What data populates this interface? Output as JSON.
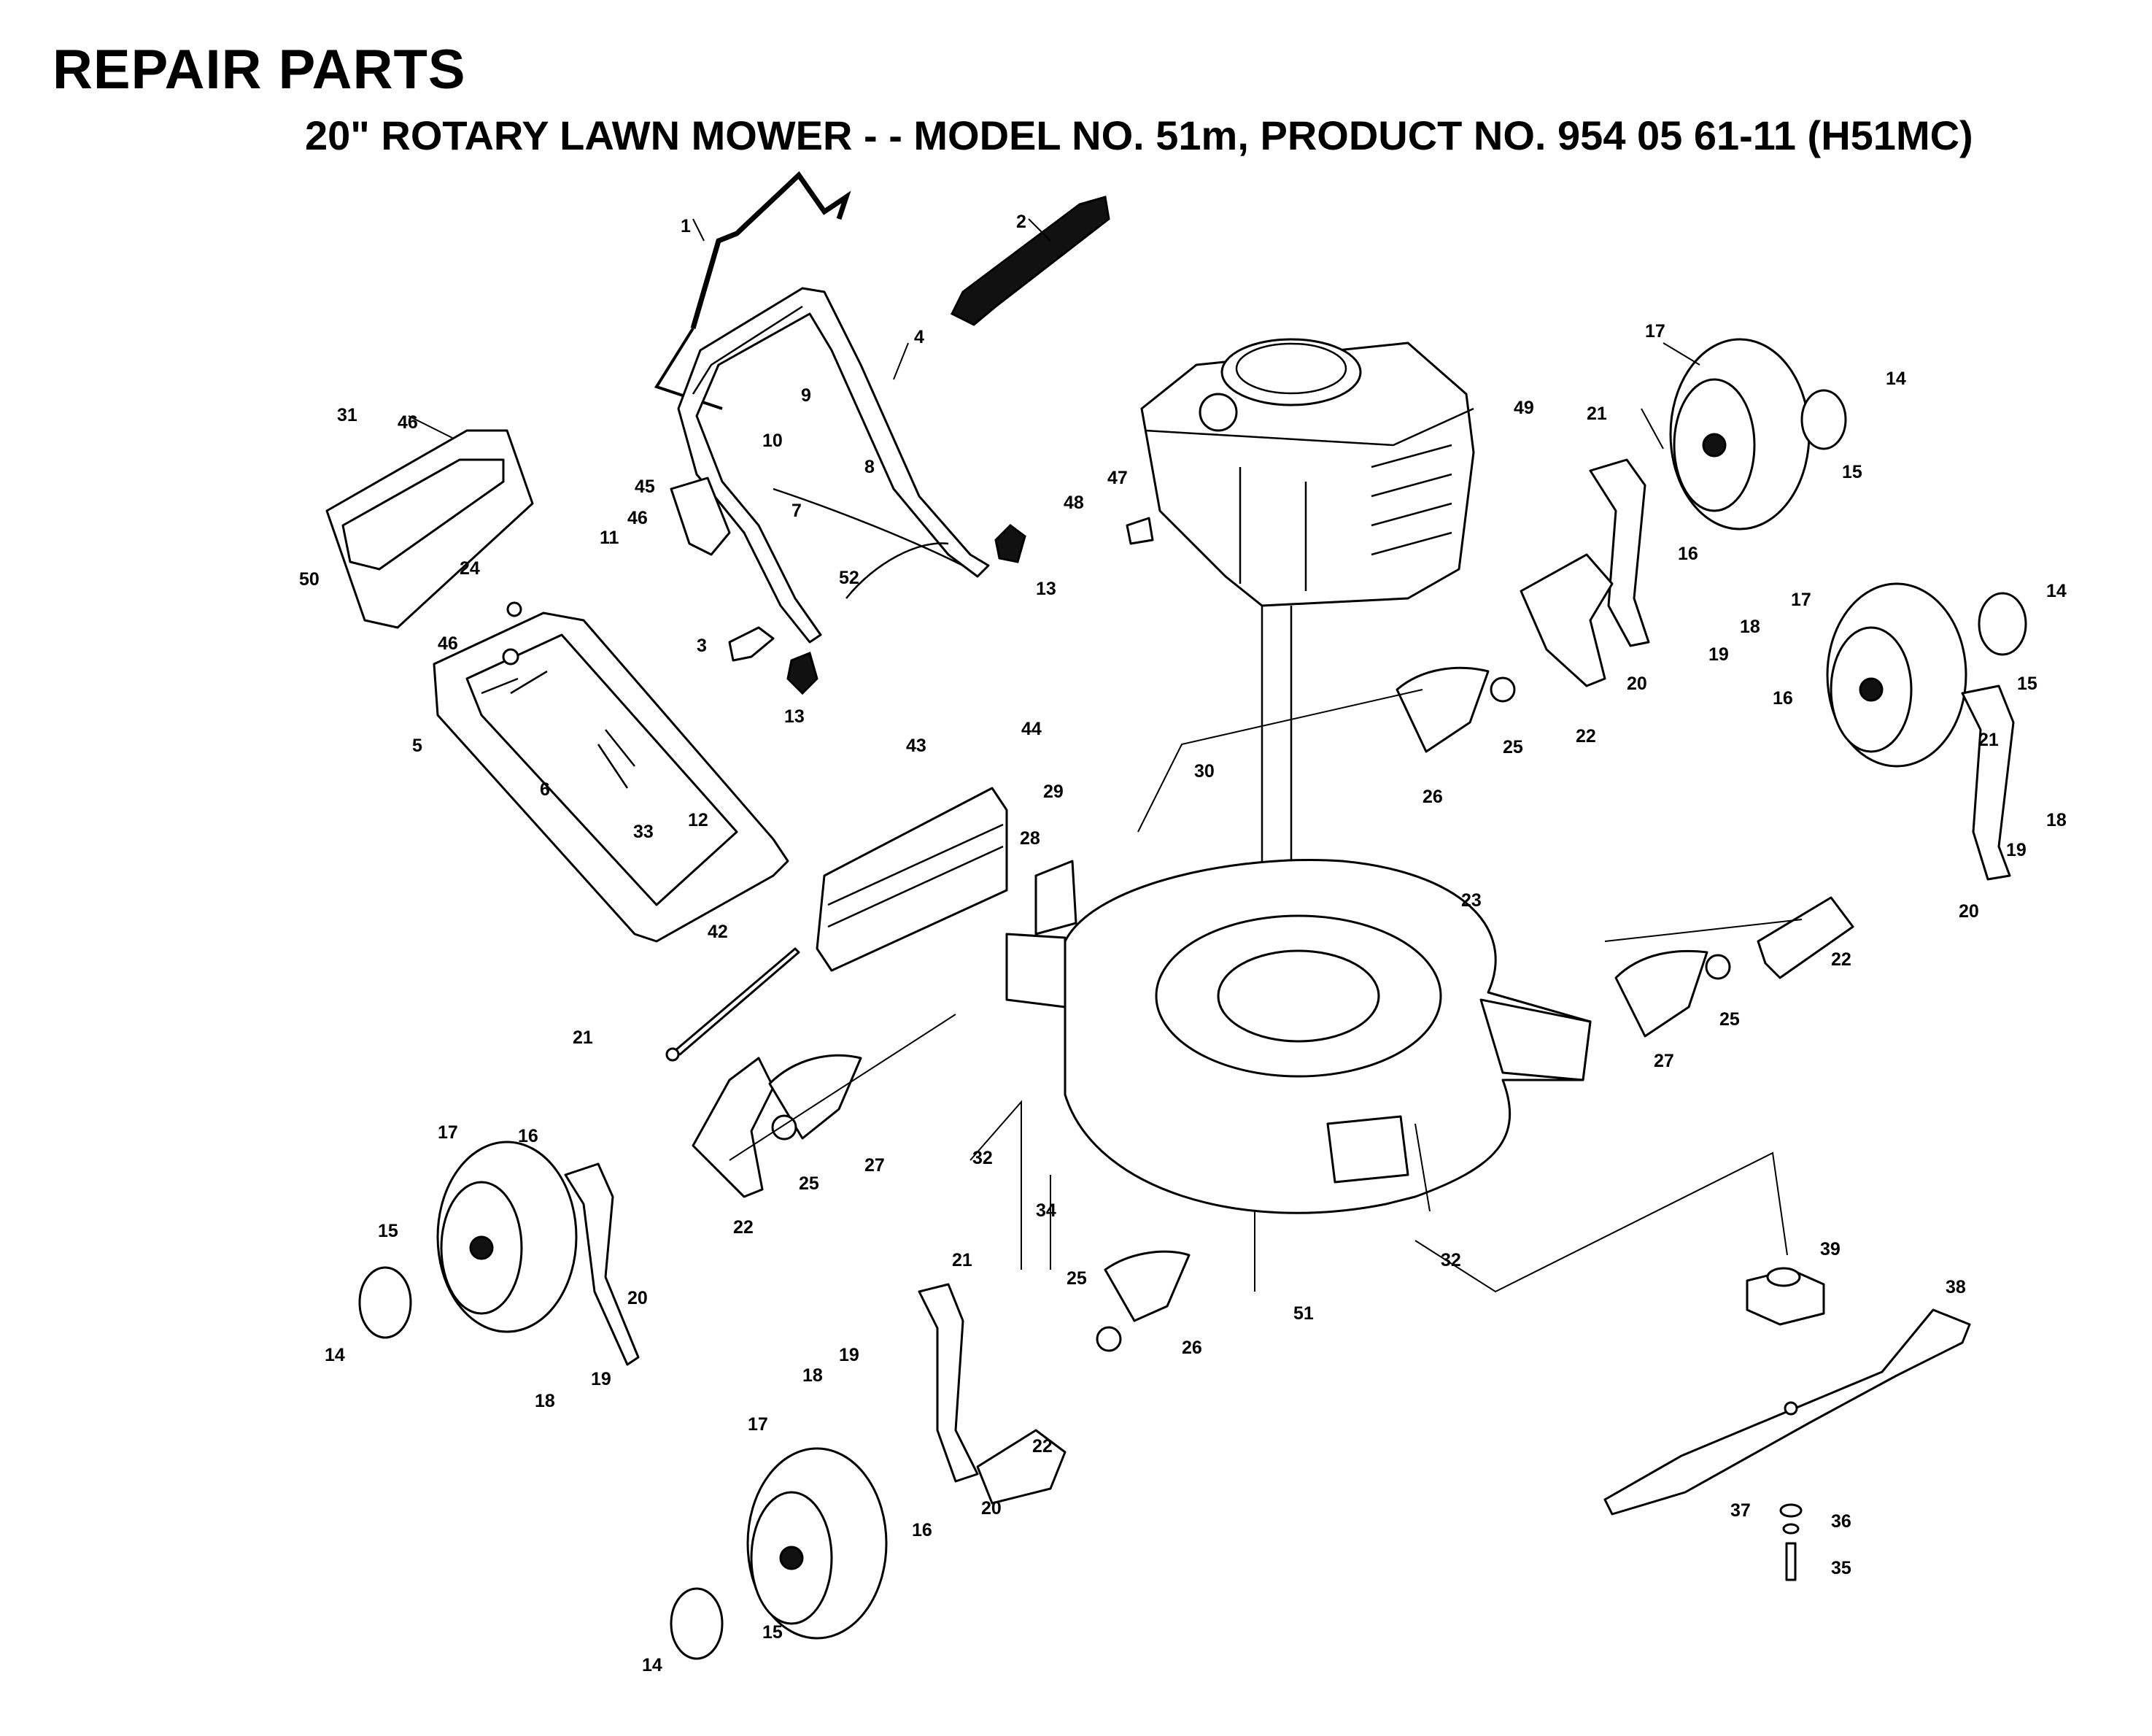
{
  "title": "REPAIR PARTS",
  "subtitle": "20\" ROTARY LAWN MOWER - - MODEL NO. 51m, PRODUCT NO. 954 05 61-11 (H51MC)",
  "callouts": [
    "1",
    "2",
    "3",
    "4",
    "5",
    "6",
    "7",
    "8",
    "9",
    "10",
    "11",
    "12",
    "13",
    "14",
    "15",
    "16",
    "17",
    "18",
    "19",
    "20",
    "21",
    "22",
    "23",
    "24",
    "25",
    "26",
    "27",
    "28",
    "29",
    "30",
    "31",
    "32",
    "33",
    "34",
    "35",
    "36",
    "37",
    "38",
    "39",
    "42",
    "43",
    "44",
    "45",
    "46",
    "47",
    "48",
    "49",
    "50",
    "51",
    "52"
  ]
}
